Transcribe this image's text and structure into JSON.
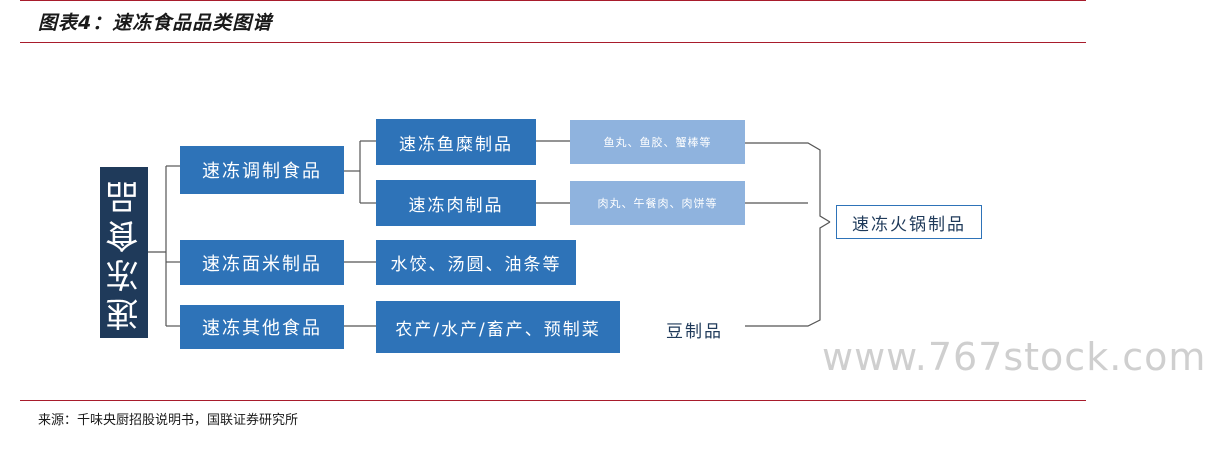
{
  "header": {
    "title": "图表4：速冻食品品类图谱"
  },
  "diagram": {
    "root": "速冻食品",
    "level1": [
      "速冻调制食品",
      "速冻面米制品",
      "速冻其他食品"
    ],
    "level2": [
      "速冻鱼糜制品",
      "速冻肉制品",
      "水饺、汤圆、油条等",
      "农产/水产/畜产、预制菜"
    ],
    "level3": [
      "鱼丸、鱼胶、蟹棒等",
      "肉丸、午餐肉、肉饼等"
    ],
    "plain_label": "豆制品",
    "result_label": "速冻火锅制品",
    "colors": {
      "root": "#1f3a5a",
      "node": "#2e73b8",
      "leaf": "#8fb3de",
      "rule": "#a81c2c"
    }
  },
  "watermark": "www.767stock.com",
  "footer": {
    "source": "来源：千味央厨招股说明书，国联证券研究所"
  }
}
